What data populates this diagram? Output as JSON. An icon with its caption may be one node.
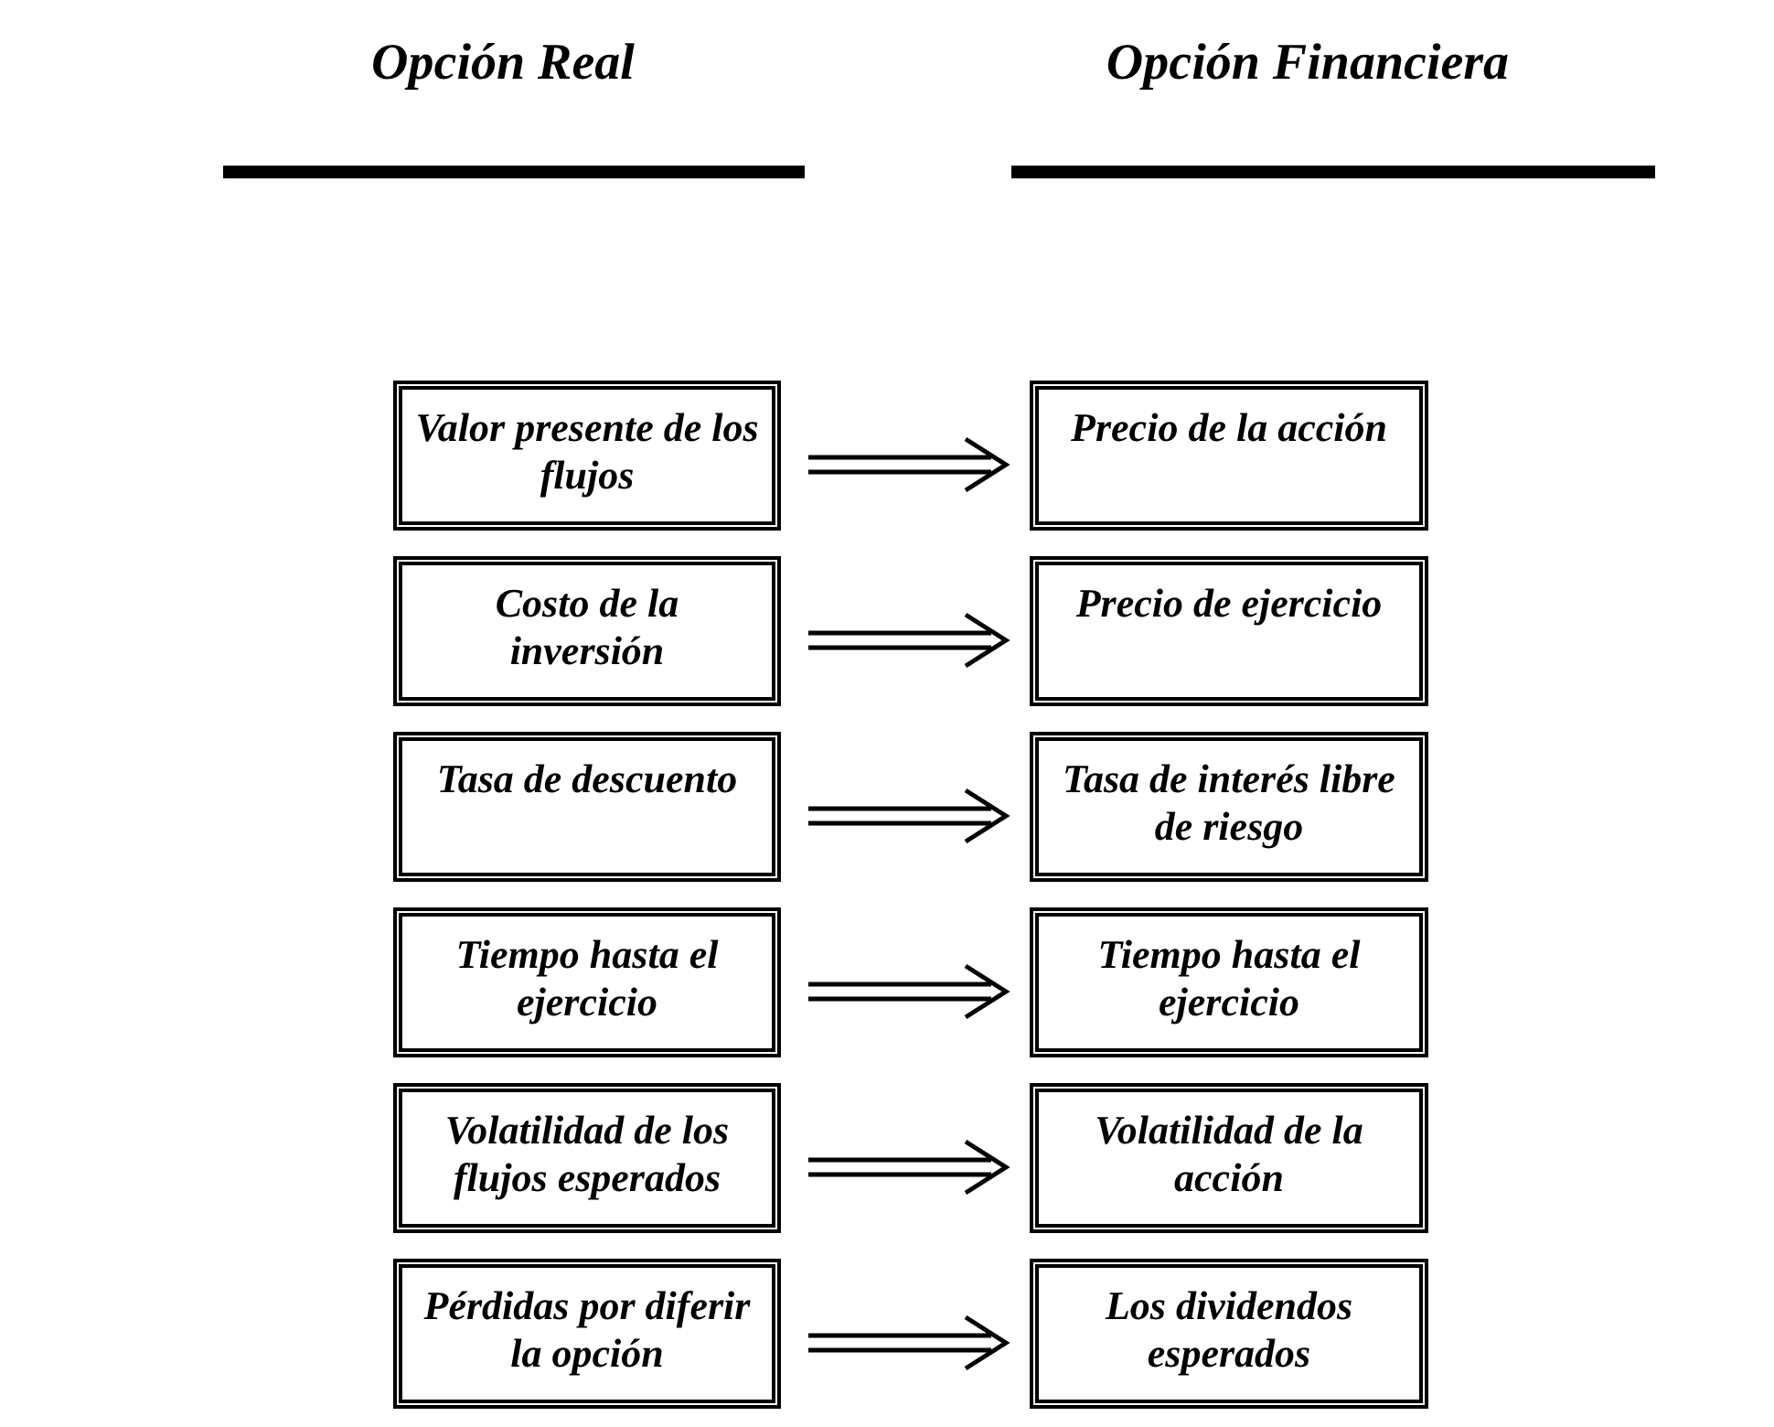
{
  "diagram": {
    "nodes": [
      {
        "text": [
          "Valor presente de los flujos"
        ]
      },
      {
        "text": [
          "Precio de la acción"
        ]
      },
      {
        "text": [
          "Costo de la inversión"
        ]
      },
      {
        "text": [
          "Precio de ejercicio"
        ]
      },
      {
        "text": [
          "Tasa de descuento"
        ]
      },
      {
        "text": [
          "Tasa de interés libre de riesgo"
        ]
      },
      {
        "text": [
          "Tiempo hasta el ejercicio"
        ]
      },
      {
        "text": [
          "Tiempo hasta el ejercicio"
        ]
      },
      {
        "text": [
          "Volatilidad de los flujos esperados"
        ]
      },
      {
        "text": [
          "Volatilidad de la acción"
        ]
      },
      {
        "text": [
          "Pérdidas por diferir la opción"
        ]
      },
      {
        "text": [
          "Los dividendos esperados"
        ]
      }
    ],
    "edges": [
      {
        "from": 0,
        "to": 1,
        "arrow": "to"
      },
      {
        "from": 2,
        "to": 3,
        "arrow": "to"
      },
      {
        "from": 4,
        "to": 5,
        "arrow": "to"
      },
      {
        "from": 6,
        "to": 7,
        "arrow": "to"
      },
      {
        "from": 8,
        "to": 9,
        "arrow": "to"
      },
      {
        "from": 10,
        "to": 11,
        "arrow": "to"
      }
    ],
    "labels": [
      "Opción Real",
      "Opción Financiera"
    ]
  }
}
